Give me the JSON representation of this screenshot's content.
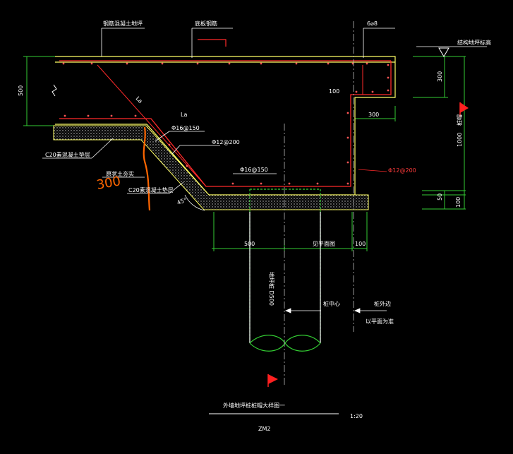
{
  "drawing": {
    "title": "外墙地坪桩桩帽大样图一",
    "scale": "1:20",
    "code": "ZM2"
  },
  "colors": {
    "background": "#000000",
    "dimension": "#33cc33",
    "concrete_outline": "#ffff66",
    "rebar": "#ff2a2a",
    "text": "#ffffff",
    "centerline": "#bbbbbb",
    "markup": "#ff6600",
    "flag": "#ff2020"
  },
  "labels": {
    "top_left_note": "钢筋混凝土地坪",
    "top_mid_note": "底板钢筋",
    "stirrup_note": "6⌀8",
    "elevation_note": "结构地坪标高",
    "lap_diag": "La",
    "lap_horiz": "La",
    "rebar_top_slope": "Φ16@150",
    "rebar_slope": "Φ12@200",
    "rebar_bottom": "Φ16@150",
    "rebar_side": "Φ12@200",
    "c20_upper": "C20素混凝土垫层",
    "c20_lower": "C20素混凝土垫层",
    "mid_note": "原状土夯实",
    "pile_label": "地坪桩 D500",
    "pile_center": "桩中心",
    "pile_edge": "桩外边",
    "ground_edge": "以平面为准",
    "angle": "45°",
    "dim_500_left": "500",
    "dim_100_inner": "100",
    "dim_300_right": "300",
    "dim_300_vert": "300",
    "dim_1000_vert": "1000",
    "dim_1000_suffix": "桩帽",
    "dim_50_vert": "50",
    "dim_100_vert": "100",
    "dim_500_bottom": "500",
    "dim_bottom_mid": "见平面图",
    "dim_100_bottom": "100",
    "markup_text": "300"
  }
}
